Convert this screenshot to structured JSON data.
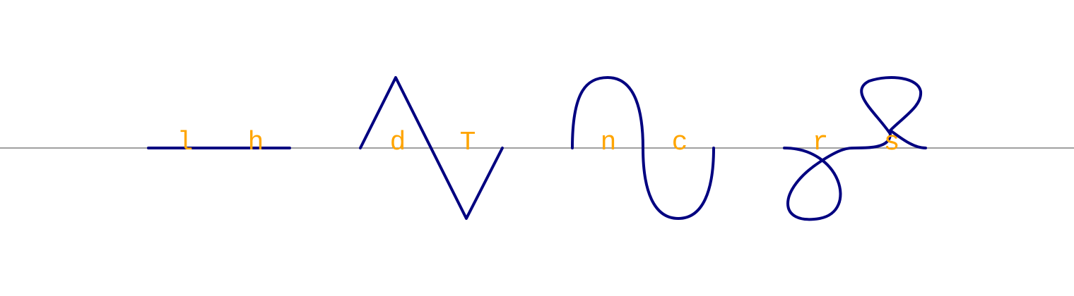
{
  "colors": {
    "curve": "#000080",
    "baseline": "#808080",
    "glyph": "#FFA500",
    "background": "#FFFFFF"
  },
  "segments": [
    {
      "shape": "line",
      "glyphs": [
        "l",
        "h"
      ]
    },
    {
      "shape": "zigzag",
      "glyphs": [
        "d",
        "T"
      ]
    },
    {
      "shape": "wave",
      "glyphs": [
        "n",
        "c"
      ]
    },
    {
      "shape": "loops",
      "glyphs": [
        "r",
        "s"
      ]
    }
  ]
}
